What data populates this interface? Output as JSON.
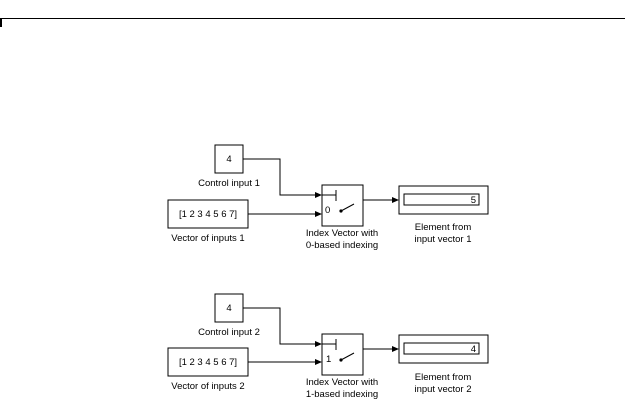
{
  "blocks": {
    "control_input_1": {
      "value": "4",
      "label": "Control input 1"
    },
    "vector_inputs_1": {
      "value": "[1 2 3 4 5 6 7]",
      "label": "Vector of inputs 1"
    },
    "index_vector_1": {
      "port_label": "0",
      "label_line1": "Index Vector with",
      "label_line2": "0-based indexing"
    },
    "display_1": {
      "value": "5",
      "label_line1": "Element from",
      "label_line2": "input vector 1"
    },
    "control_input_2": {
      "value": "4",
      "label": "Control input 2"
    },
    "vector_inputs_2": {
      "value": "[1 2 3 4 5 6 7]",
      "label": "Vector of inputs 2"
    },
    "index_vector_2": {
      "port_label": "1",
      "label_line1": "Index Vector with",
      "label_line2": "1-based indexing"
    },
    "display_2": {
      "value": "4",
      "label_line1": "Element from",
      "label_line2": "input vector 2"
    }
  }
}
